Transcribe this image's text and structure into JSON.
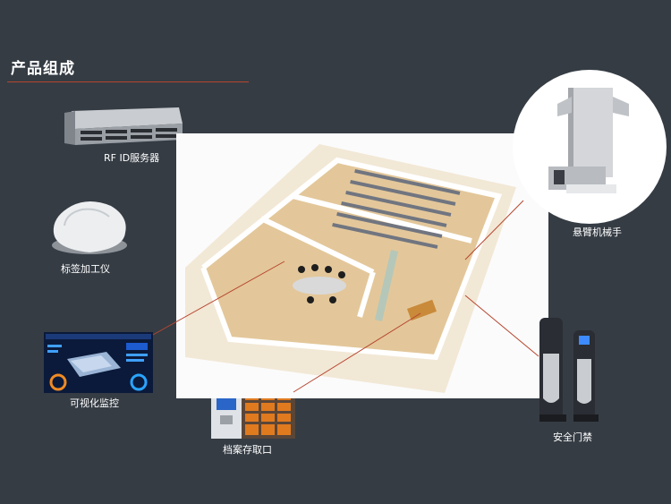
{
  "heading": "产品组成",
  "components": {
    "rfid_server": "RF ID服务器",
    "tag_machine": "标签加工仪",
    "visual_monitor": "可视化监控",
    "archive_port": "档案存取口",
    "cantilever_arm": "悬臂机械手",
    "security_gate": "安全门禁"
  },
  "colors": {
    "background": "#353c44",
    "accent_line": "#b7462f",
    "floor": "#e3c79a",
    "locker_orange": "#e07a1f"
  }
}
